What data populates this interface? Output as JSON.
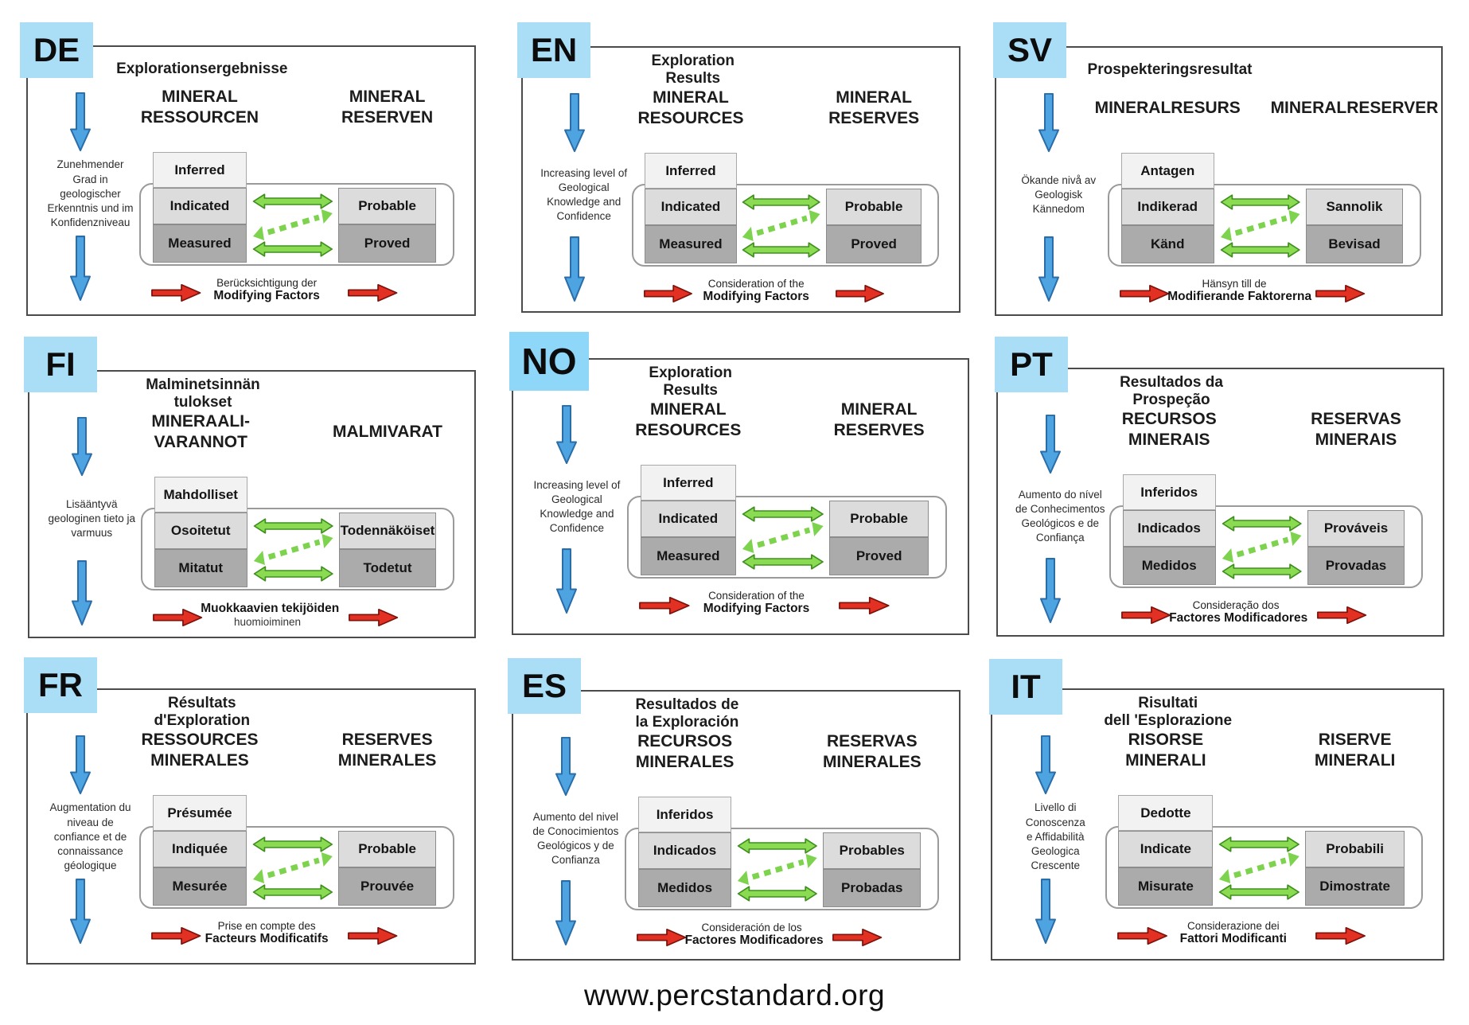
{
  "page": {
    "footer_url": "www.percstandard.org"
  },
  "colors": {
    "badge_blue": "#aadef6",
    "badge_blue_bright": "#8ed7f8",
    "panel_border": "#4b4b4b",
    "arrow_blue": "#4da4e0",
    "arrow_green": "#8bdb52",
    "arrow_red": "#e23023",
    "cell_light": "#f2f2f2",
    "cell_mid": "#dcdcdc",
    "cell_dark": "#ababab"
  },
  "icons": {
    "down_arrow": "blue-down-arrow-icon",
    "right_arrow": "red-right-arrow-icon",
    "double_arrow": "green-double-headed-arrow-icon",
    "dashed_double_arrow": "green-dashed-double-headed-arrow-icon"
  },
  "panels": [
    {
      "code": "DE",
      "title": "Explorationsergebnisse",
      "left_text": "Zunehmender\nGrad in\ngeologischer\nErkenntnis und im\nKonfidenzniveau",
      "resources_header": "MINERAL\nRESSOURCEN",
      "reserves_header": "MINERAL\nRESERVEN",
      "resource_rows": [
        "Inferred",
        "Indicated",
        "Measured"
      ],
      "reserve_rows": [
        "Probable",
        "Proved"
      ],
      "modifying": {
        "line1": "Berücksichtigung der",
        "line2": "Modifying Factors",
        "bold_line": 2
      }
    },
    {
      "code": "EN",
      "title": "Exploration\nResults",
      "left_text": "Increasing level of\nGeological\nKnowledge and\nConfidence",
      "resources_header": "MINERAL\nRESOURCES",
      "reserves_header": "MINERAL\nRESERVES",
      "resource_rows": [
        "Inferred",
        "Indicated",
        "Measured"
      ],
      "reserve_rows": [
        "Probable",
        "Proved"
      ],
      "modifying": {
        "line1": "Consideration of the",
        "line2": "Modifying Factors",
        "bold_line": 2
      }
    },
    {
      "code": "SV",
      "title": "Prospekteringsresultat",
      "left_text": "Ökande nivå av\nGeologisk\nKännedom",
      "resources_header": "MINERALRESURS",
      "reserves_header": "MINERALRESERVER",
      "resource_rows": [
        "Antagen",
        "Indikerad",
        "Känd"
      ],
      "reserve_rows": [
        "Sannolik",
        "Bevisad"
      ],
      "modifying": {
        "line1": "Hänsyn till de",
        "line2": "Modifierande Faktorerna",
        "bold_line": 2
      }
    },
    {
      "code": "FI",
      "title": "Malminetsinnän\ntulokset",
      "left_text": "Lisääntyvä\ngeologinen tieto ja\nvarmuus",
      "resources_header": "MINERAALI-\nVARANNOT",
      "reserves_header": "MALMIVARAT",
      "resource_rows": [
        "Mahdolliset",
        "Osoitetut",
        "Mitatut"
      ],
      "reserve_rows": [
        "Todennäköiset",
        "Todetut"
      ],
      "modifying": {
        "line1": "Muokkaavien tekijöiden",
        "line2": "huomioiminen",
        "bold_line": 1
      }
    },
    {
      "code": "NO",
      "title": "Exploration\nResults",
      "left_text": "Increasing level of\nGeological\nKnowledge and\nConfidence",
      "resources_header": "MINERAL\nRESOURCES",
      "reserves_header": "MINERAL\nRESERVES",
      "resource_rows": [
        "Inferred",
        "Indicated",
        "Measured"
      ],
      "reserve_rows": [
        "Probable",
        "Proved"
      ],
      "modifying": {
        "line1": "Consideration of the",
        "line2": "Modifying Factors",
        "bold_line": 2
      }
    },
    {
      "code": "PT",
      "title": "Resultados da\nProspeção",
      "left_text": "Aumento do nível\nde Conhecimentos\nGeológicos e de\nConfiança",
      "resources_header": "RECURSOS\nMINERAIS",
      "reserves_header": "RESERVAS\nMINERAIS",
      "resource_rows": [
        "Inferidos",
        "Indicados",
        "Medidos"
      ],
      "reserve_rows": [
        "Prováveis",
        "Provadas"
      ],
      "modifying": {
        "line1": "Consideração dos",
        "line2": "Factores Modificadores",
        "bold_line": 2
      }
    },
    {
      "code": "FR",
      "title": "Résultats\nd'Exploration",
      "left_text": "Augmentation du\nniveau de\nconfiance et de\nconnaissance\ngéologique",
      "resources_header": "RESSOURCES\nMINERALES",
      "reserves_header": "RESERVES\nMINERALES",
      "resource_rows": [
        "Présumée",
        "Indiquée",
        "Mesurée"
      ],
      "reserve_rows": [
        "Probable",
        "Prouvée"
      ],
      "modifying": {
        "line1": "Prise en compte des",
        "line2": "Facteurs Modificatifs",
        "bold_line": 2
      }
    },
    {
      "code": "ES",
      "title": "Resultados de\nla Exploración",
      "left_text": "Aumento del nivel\nde Conocimientos\nGeológicos y de\nConfianza",
      "resources_header": "RECURSOS\nMINERALES",
      "reserves_header": "RESERVAS\nMINERALES",
      "resource_rows": [
        "Inferidos",
        "Indicados",
        "Medidos"
      ],
      "reserve_rows": [
        "Probables",
        "Probadas"
      ],
      "modifying": {
        "line1": "Consideración de los",
        "line2": "Factores Modificadores",
        "bold_line": 2
      }
    },
    {
      "code": "IT",
      "title": "Risultati\ndell 'Esplorazione",
      "left_text": "Livello di\nConoscenza\ne Affidabilità\nGeologica\nCrescente",
      "resources_header": "RISORSE\nMINERALI",
      "reserves_header": "RISERVE\nMINERALI",
      "resource_rows": [
        "Dedotte",
        "Indicate",
        "Misurate"
      ],
      "reserve_rows": [
        "Probabili",
        "Dimostrate"
      ],
      "modifying": {
        "line1": "Considerazione dei",
        "line2": "Fattori Modificanti",
        "bold_line": 2
      }
    }
  ]
}
